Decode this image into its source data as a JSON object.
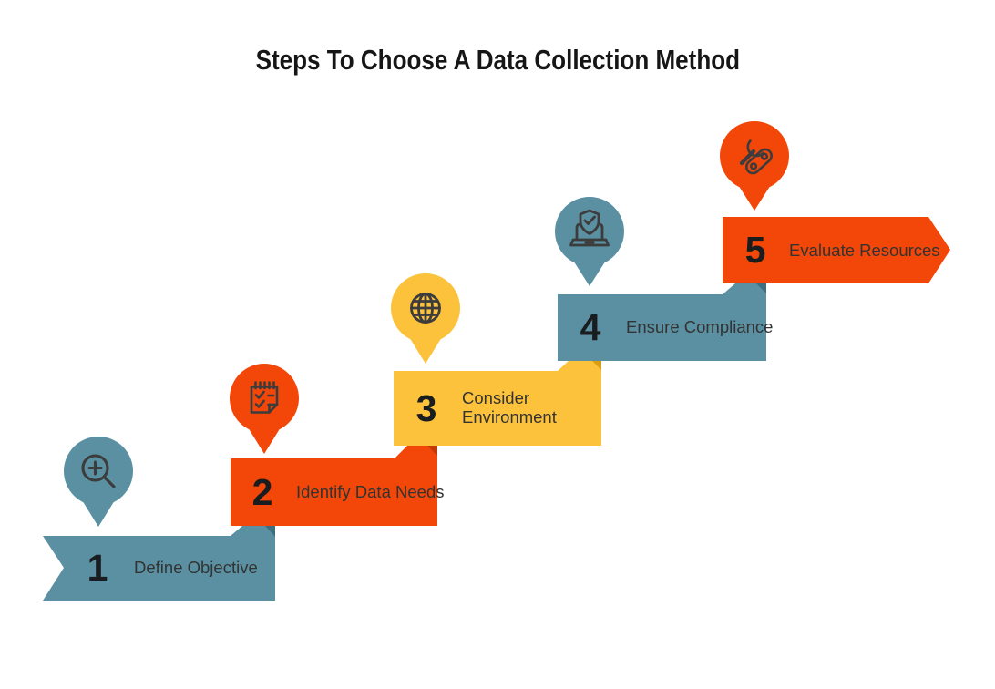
{
  "title": "Steps To Choose A Data Collection Method",
  "colors": {
    "teal": "#5A90A1",
    "teal_dark": "#3E6F80",
    "orange": "#F24708",
    "orange_dark": "#C03907",
    "yellow": "#FCC23C",
    "yellow_dark": "#DC9E10",
    "background": "#FFFFFF",
    "title_text": "#161616",
    "number_text": "#1A1D1F",
    "label_text": "#333333",
    "icon_stroke": "#3C3C3C"
  },
  "steps": [
    {
      "number": "1",
      "label": "Define Objective",
      "icon": "magnifier-icon",
      "color": "teal"
    },
    {
      "number": "2",
      "label": "Identify Data Needs",
      "icon": "checklist-icon",
      "color": "orange"
    },
    {
      "number": "3",
      "label": "Consider Environment",
      "icon": "globe-icon",
      "color": "yellow"
    },
    {
      "number": "4",
      "label": "Ensure Compliance",
      "icon": "laptop-shield-icon",
      "color": "teal"
    },
    {
      "number": "5",
      "label": "Evaluate Resources",
      "icon": "tools-icon",
      "color": "orange"
    }
  ]
}
